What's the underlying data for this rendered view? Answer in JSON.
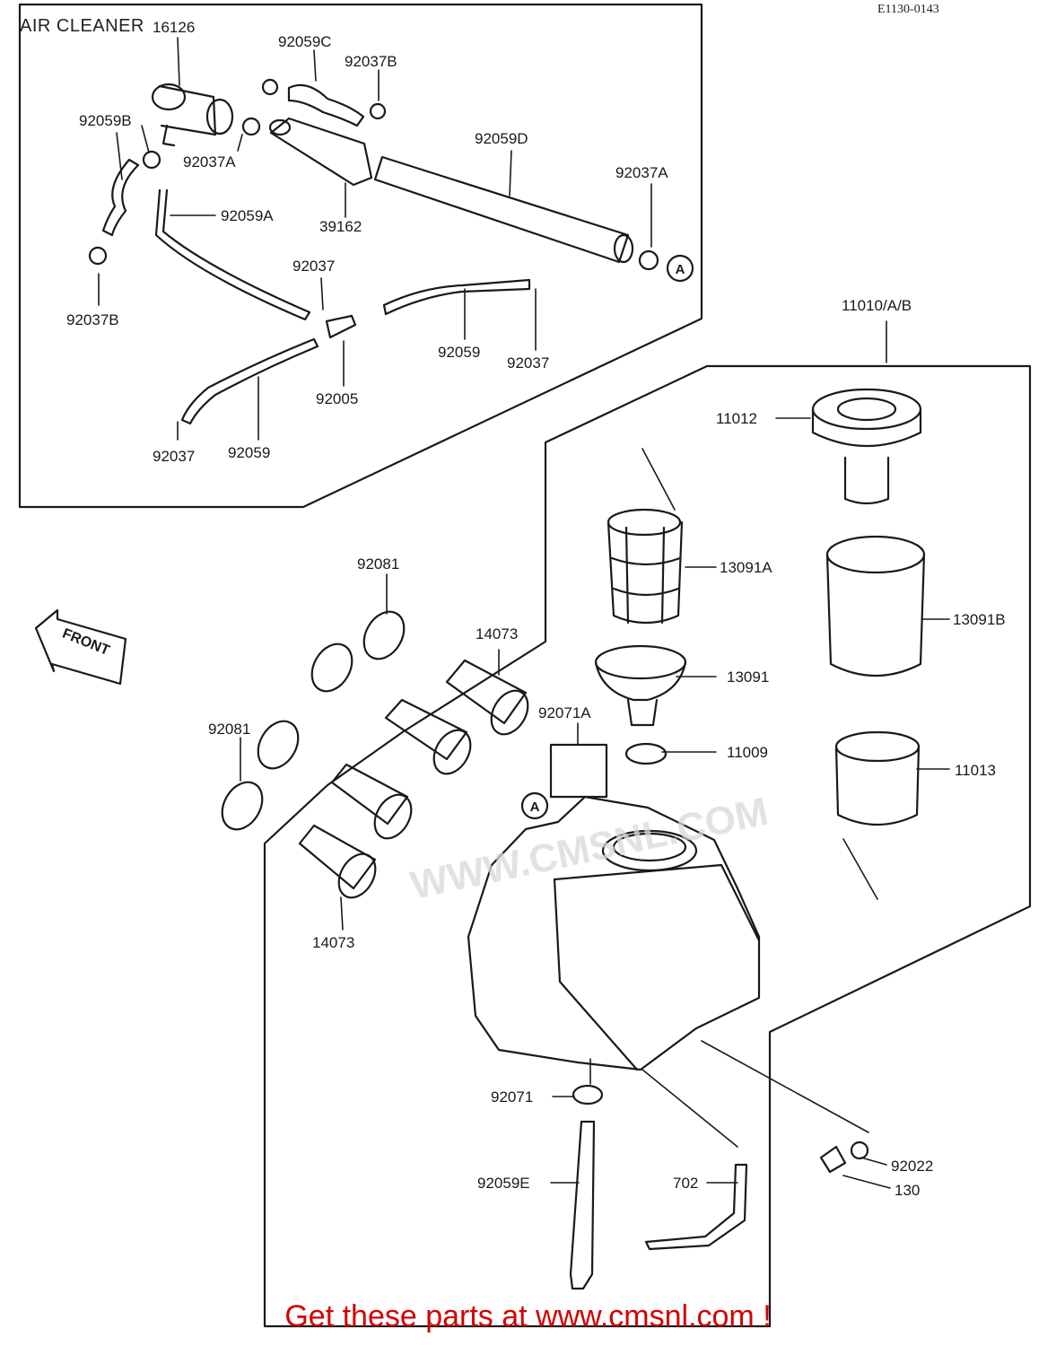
{
  "title": "AIR CLEANER",
  "drawing_code": "E1130-0143",
  "front_label": "FRONT",
  "ref_marker": "A",
  "watermark": "WWW.CMSNL.COM",
  "footer": "Get these parts at www.cmsnl.com !",
  "parts": {
    "p16126": "16126",
    "p92059C": "92059C",
    "p92037B_top": "92037B",
    "p92059B": "92059B",
    "p92037A_left": "92037A",
    "p92059D": "92059D",
    "p92037A_right": "92037A",
    "p92059A": "92059A",
    "p39162": "39162",
    "p92037_mid": "92037",
    "p92037B_left": "92037B",
    "p92059_right": "92059",
    "p92037_right": "92037",
    "p92005": "92005",
    "p92037_bottom": "92037",
    "p92059_bottom": "92059",
    "p11010AB": "11010/A/B",
    "p11012": "11012",
    "p13091A": "13091A",
    "p13091B": "13091B",
    "p13091": "13091",
    "p92081_top": "92081",
    "p14073_top": "14073",
    "p92071A": "92071A",
    "p11009": "11009",
    "p11013": "11013",
    "p92081_left": "92081",
    "p14073_bottom": "14073",
    "p92071": "92071",
    "p92059E": "92059E",
    "p702": "702",
    "p92022": "92022",
    "p130": "130"
  }
}
